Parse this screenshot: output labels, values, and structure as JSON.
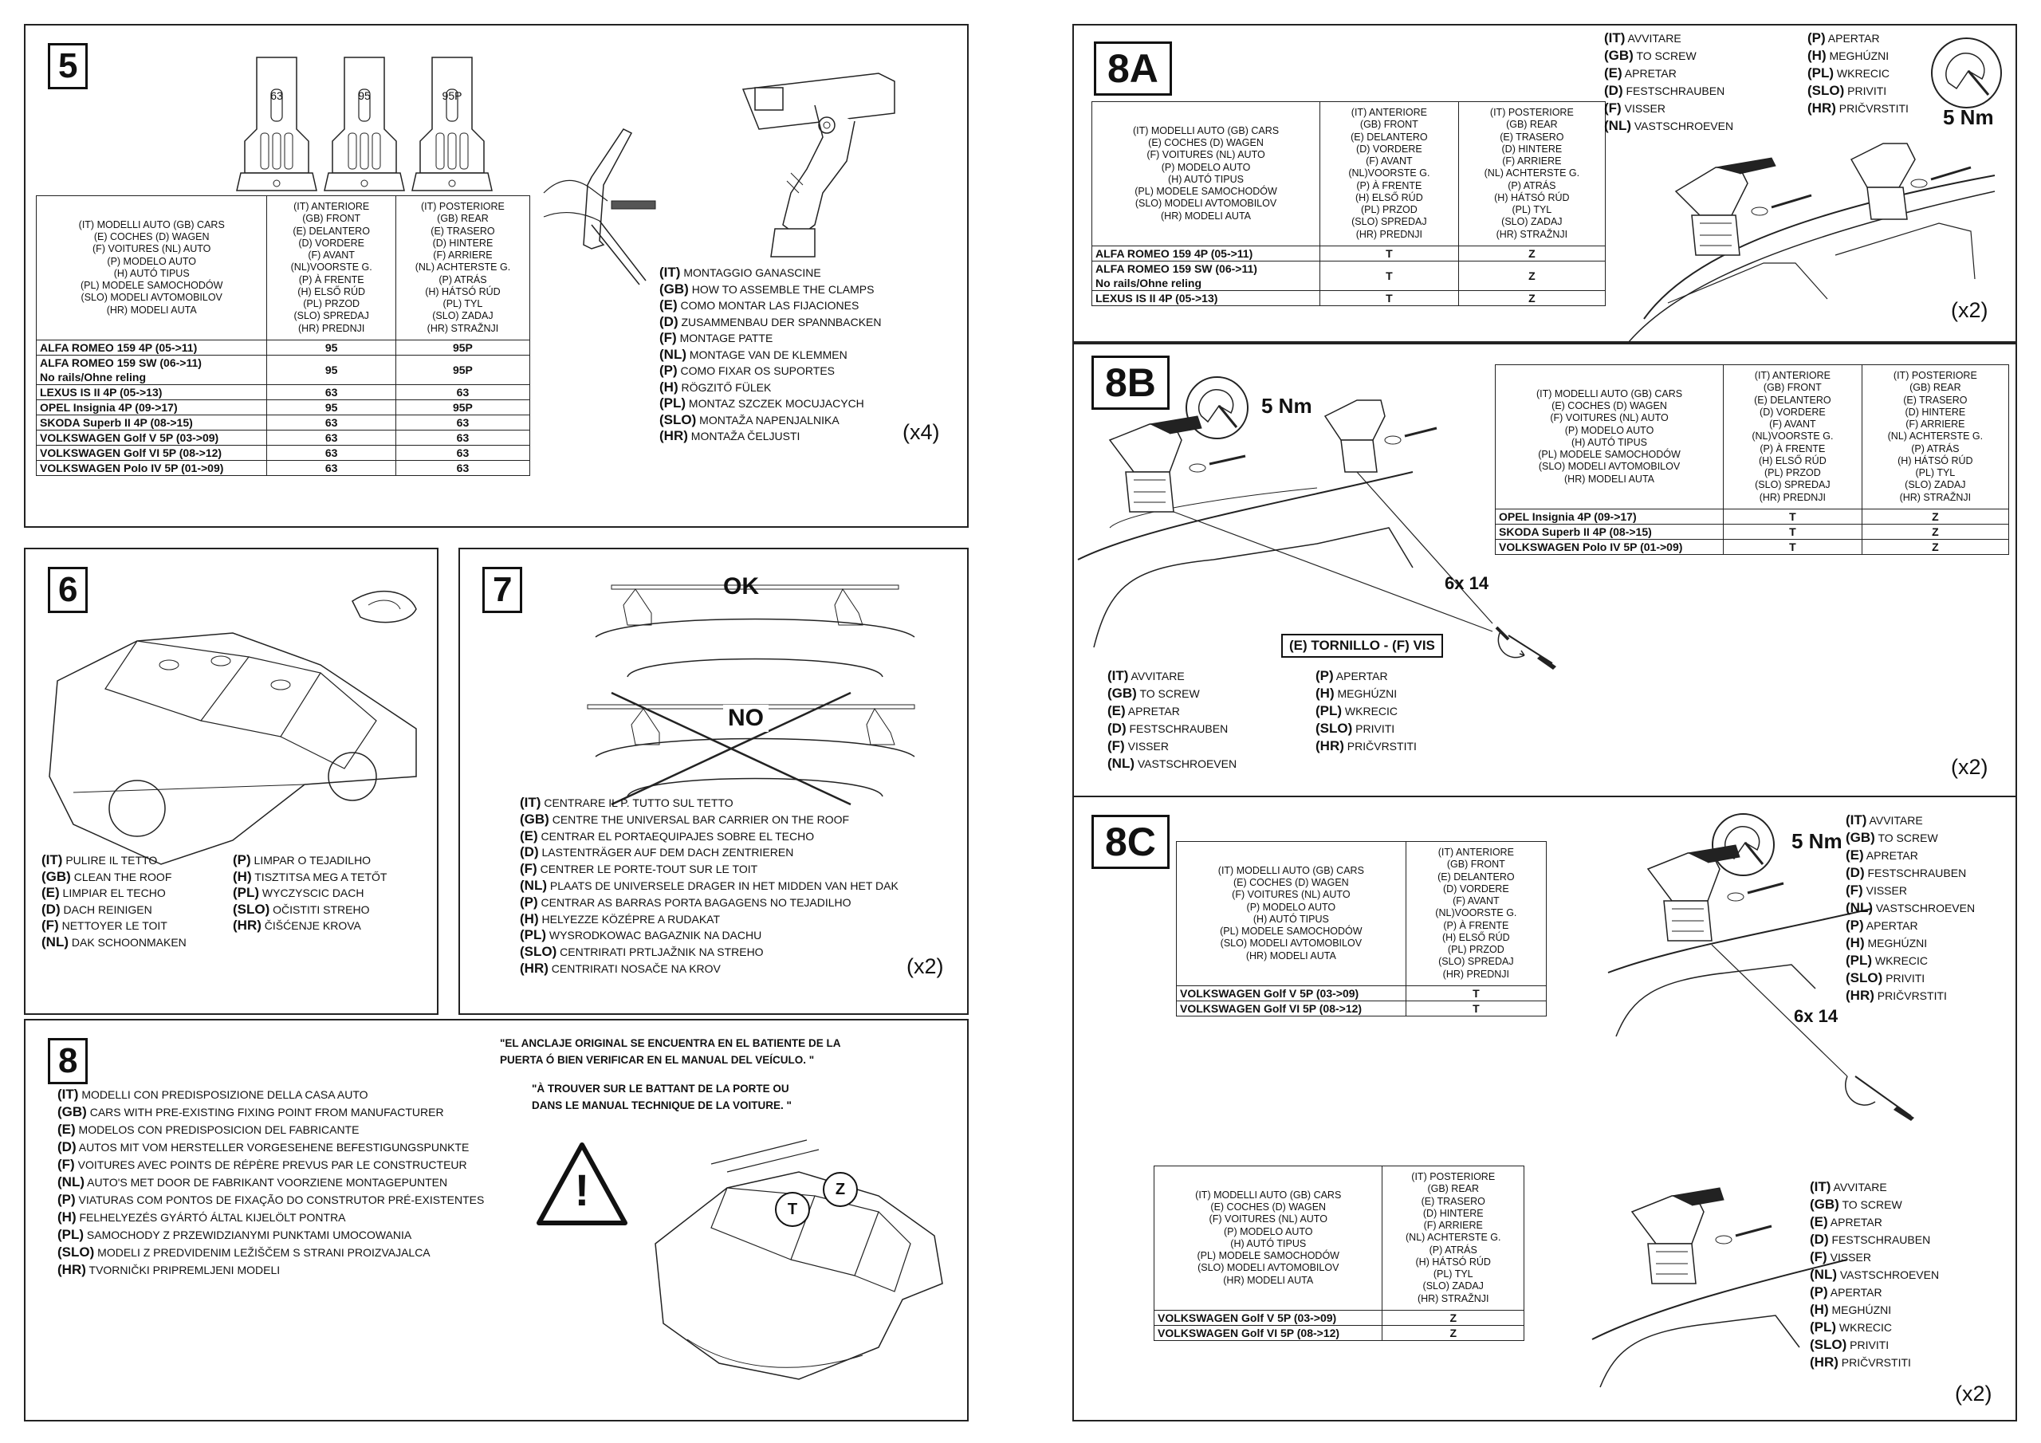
{
  "table_header": {
    "models": [
      "(IT) MODELLI AUTO (GB) CARS",
      "(E) COCHES (D) WAGEN",
      "(F) VOITURES (NL) AUTO",
      "(P) MODELO AUTO",
      "(H) AUTÓ TIPUS",
      "(PL) MODELE SAMOCHODÓW",
      "(SLO) MODELI AVTOMOBILOV",
      "(HR) MODELI AUTA"
    ],
    "front": [
      "(IT) ANTERIORE",
      "(GB) FRONT",
      "(E) DELANTERO",
      "(D) VORDERE",
      "(F) AVANT",
      "(NL)VOORSTE G.",
      "(P) À FRENTE",
      "(H) ELSŐ RÚD",
      "(PL) PRZOD",
      "(SLO) SPREDAJ",
      "(HR) PREDNJI"
    ],
    "rear": [
      "(IT) POSTERIORE",
      "(GB) REAR",
      "(E) TRASERO",
      "(D) HINTERE",
      "(F) ARRIERE",
      "(NL) ACHTERSTE G.",
      "(P) ATRÁS",
      "(H) HÁTSÓ RÚD",
      "(PL) TYL",
      "(SLO) ZADAJ",
      "(HR) STRAŽNJI"
    ]
  },
  "screw_instructions": [
    {
      "code": "(IT)",
      "text": "AVVITARE"
    },
    {
      "code": "(GB)",
      "text": "TO SCREW"
    },
    {
      "code": "(E)",
      "text": "APRETAR"
    },
    {
      "code": "(D)",
      "text": "FESTSCHRAUBEN"
    },
    {
      "code": "(F)",
      "text": "VISSER"
    },
    {
      "code": "(NL)",
      "text": "VASTSCHROEVEN"
    },
    {
      "code": "(P)",
      "text": "APERTAR"
    },
    {
      "code": "(H)",
      "text": "MEGHÚZNI"
    },
    {
      "code": "(PL)",
      "text": "WKRECIC"
    },
    {
      "code": "(SLO)",
      "text": "PRIVITI"
    },
    {
      "code": "(HR)",
      "text": "PRIČVRSTITI"
    }
  ],
  "panel5": {
    "number": "5",
    "clamp_labels": [
      "63",
      "95",
      "95P"
    ],
    "rows": [
      {
        "model": "ALFA ROMEO 159 4P (05->11)",
        "front": "95",
        "rear": "95P"
      },
      {
        "model": "ALFA ROMEO 159 SW (06->11)\nNo rails/Ohne reling",
        "front": "95",
        "rear": "95P"
      },
      {
        "model": "LEXUS IS II 4P (05->13)",
        "front": "63",
        "rear": "63"
      },
      {
        "model": "OPEL Insignia 4P (09->17)",
        "front": "95",
        "rear": "95P"
      },
      {
        "model": "SKODA Superb II 4P (08->15)",
        "front": "63",
        "rear": "63"
      },
      {
        "model": "VOLKSWAGEN Golf V 5P (03->09)",
        "front": "63",
        "rear": "63"
      },
      {
        "model": "VOLKSWAGEN Golf VI 5P (08->12)",
        "front": "63",
        "rear": "63"
      },
      {
        "model": "VOLKSWAGEN Polo IV 5P (01->09)",
        "front": "63",
        "rear": "63"
      }
    ],
    "instructions": [
      {
        "code": "(IT)",
        "text": "MONTAGGIO GANASCINE"
      },
      {
        "code": "(GB)",
        "text": "HOW TO ASSEMBLE THE CLAMPS"
      },
      {
        "code": "(E)",
        "text": "COMO MONTAR LAS FIJACIONES"
      },
      {
        "code": "(D)",
        "text": "ZUSAMMENBAU DER SPANNBACKEN"
      },
      {
        "code": "(F)",
        "text": "MONTAGE PATTE"
      },
      {
        "code": "(NL)",
        "text": "MONTAGE VAN DE KLEMMEN"
      },
      {
        "code": "(P)",
        "text": "COMO FIXAR OS SUPORTES"
      },
      {
        "code": "(H)",
        "text": "RÖGZITŐ FÜLEK"
      },
      {
        "code": "(PL)",
        "text": "MONTAZ SZCZEK MOCUJACYCH"
      },
      {
        "code": "(SLO)",
        "text": "MONTAŽA NAPENJALNIKA"
      },
      {
        "code": "(HR)",
        "text": "MONTAŽA ČELJUSTI"
      }
    ],
    "multiplier": "(x4)"
  },
  "panel6": {
    "number": "6",
    "col1": [
      {
        "code": "(IT)",
        "text": "PULIRE IL TETTO"
      },
      {
        "code": "(GB)",
        "text": "CLEAN THE ROOF"
      },
      {
        "code": "(E)",
        "text": "LIMPIAR EL TECHO"
      },
      {
        "code": "(D)",
        "text": "DACH REINIGEN"
      },
      {
        "code": "(F)",
        "text": "NETTOYER LE TOIT"
      },
      {
        "code": "(NL)",
        "text": "DAK SCHOONMAKEN"
      }
    ],
    "col2": [
      {
        "code": "(P)",
        "text": "LIMPAR O TEJADILHO"
      },
      {
        "code": "(H)",
        "text": "TISZTITSA MEG A TETŐT"
      },
      {
        "code": "(PL)",
        "text": "WYCZYSCIC DACH"
      },
      {
        "code": "(SLO)",
        "text": "OČISTITI STREHO"
      },
      {
        "code": "(HR)",
        "text": "ČIšĆENJE KROVA"
      }
    ]
  },
  "panel7": {
    "number": "7",
    "ok_label": "OK",
    "no_label": "NO",
    "instructions": [
      {
        "code": "(IT)",
        "text": "CENTRARE IL P. TUTTO SUL TETTO"
      },
      {
        "code": "(GB)",
        "text": "CENTRE THE UNIVERSAL BAR CARRIER ON THE ROOF"
      },
      {
        "code": "(E)",
        "text": "CENTRAR EL PORTAEQUIPAJES SOBRE EL TECHO"
      },
      {
        "code": "(D)",
        "text": "LASTENTRÄGER AUF DEM DACH ZENTRIEREN"
      },
      {
        "code": "(F)",
        "text": "CENTRER LE PORTE-TOUT SUR LE TOIT"
      },
      {
        "code": "(NL)",
        "text": "PLAATS DE UNIVERSELE DRAGER IN HET MIDDEN VAN HET DAK"
      },
      {
        "code": "(P)",
        "text": "CENTRAR AS BARRAS PORTA BAGAGENS NO TEJADILHO"
      },
      {
        "code": "(H)",
        "text": "HELYEZZE KÖZÉPRE A RUDAKAT"
      },
      {
        "code": "(PL)",
        "text": "WYSRODKOWAC BAGAZNIK NA DACHU"
      },
      {
        "code": "(SLO)",
        "text": "CENTRIRATI PRTLJAŽNIK NA STREHO"
      },
      {
        "code": "(HR)",
        "text": "CENTRIRATI NOSAČE NA KROV"
      }
    ],
    "multiplier": "(x2)"
  },
  "panel8": {
    "number": "8",
    "instructions": [
      {
        "code": "(IT)",
        "text": "MODELLI CON PREDISPOSIZIONE DELLA CASA AUTO"
      },
      {
        "code": "(GB)",
        "text": "CARS WITH PRE-EXISTING FIXING POINT FROM MANUFACTURER"
      },
      {
        "code": "(E)",
        "text": "MODELOS CON PREDISPOSICION DEL FABRICANTE"
      },
      {
        "code": "(D)",
        "text": "AUTOS MIT VOM HERSTELLER VORGESEHENE BEFESTIGUNGSPUNKTE"
      },
      {
        "code": "(F)",
        "text": "VOITURES AVEC POINTS DE RÉPÈRE PREVUS PAR LE CONSTRUCTEUR"
      },
      {
        "code": "(NL)",
        "text": "AUTO'S MET DOOR DE FABRIKANT VOORZIENE MONTAGEPUNTEN"
      },
      {
        "code": "(P)",
        "text": "VIATURAS COM  PONTOS DE FIXAÇÃO DO CONSTRUTOR PRÉ-EXISTENTES"
      },
      {
        "code": "(H)",
        "text": "FELHELYEZÉS GYÁRTÓ ÁLTAL KIJELÖLT PONTRA"
      },
      {
        "code": "(PL)",
        "text": "SAMOCHODY Z PRZEWIDZIANYMI PUNKTAMI UMOCOWANIA"
      },
      {
        "code": "(SLO)",
        "text": "MODELI Z PREDVIDENIM LEŽIŠČEM S STRANI PROIZVAJALCA"
      },
      {
        "code": "(HR)",
        "text": "TVORNIČKI PRIPREMLJENI MODELI"
      }
    ],
    "note_es": [
      "\"EL ANCLAJE ORIGINAL SE ENCUENTRA EN EL BATIENTE DE LA",
      "PUERTA Ó BIEN VERIFICAR EN EL MANUAL DEL VEÍCULO. \""
    ],
    "note_fr": [
      "\"À TROUVER SUR LE BATTANT DE LA PORTE OU",
      "DANS LE MANUAL TECHNIQUE DE LA VOITURE. \""
    ],
    "point_t": "T",
    "point_z": "Z",
    "warning_symbol": "!"
  },
  "panel8a": {
    "number": "8A",
    "torque": "5 Nm",
    "rows": [
      {
        "model": "ALFA ROMEO 159 4P (05->11)",
        "front": "T",
        "rear": "Z"
      },
      {
        "model": "ALFA ROMEO 159 SW (06->11)\nNo rails/Ohne reling",
        "front": "T",
        "rear": "Z"
      },
      {
        "model": "LEXUS IS II 4P (05->13)",
        "front": "T",
        "rear": "Z"
      }
    ],
    "multiplier": "(x2)"
  },
  "panel8b": {
    "number": "8B",
    "torque": "5 Nm",
    "screw_size": "6x 14",
    "screw_label": "(E) TORNILLO - (F) VIS",
    "rows": [
      {
        "model": "OPEL Insignia 4P (09->17)",
        "front": "T",
        "rear": "Z"
      },
      {
        "model": "SKODA Superb II 4P (08->15)",
        "front": "T",
        "rear": "Z"
      },
      {
        "model": "VOLKSWAGEN Polo IV 5P (01->09)",
        "front": "T",
        "rear": "Z"
      }
    ],
    "multiplier": "(x2)"
  },
  "panel8c": {
    "number": "8C",
    "torque": "5 Nm",
    "screw_size": "6x 14",
    "front_rows": [
      {
        "model": "VOLKSWAGEN Golf V 5P (03->09)",
        "value": "T"
      },
      {
        "model": "VOLKSWAGEN Golf VI 5P (08->12)",
        "value": "T"
      }
    ],
    "rear_rows": [
      {
        "model": "VOLKSWAGEN Golf V 5P (03->09)",
        "value": "Z"
      },
      {
        "model": "VOLKSWAGEN Golf VI 5P (08->12)",
        "value": "Z"
      }
    ],
    "multiplier": "(x2)"
  }
}
